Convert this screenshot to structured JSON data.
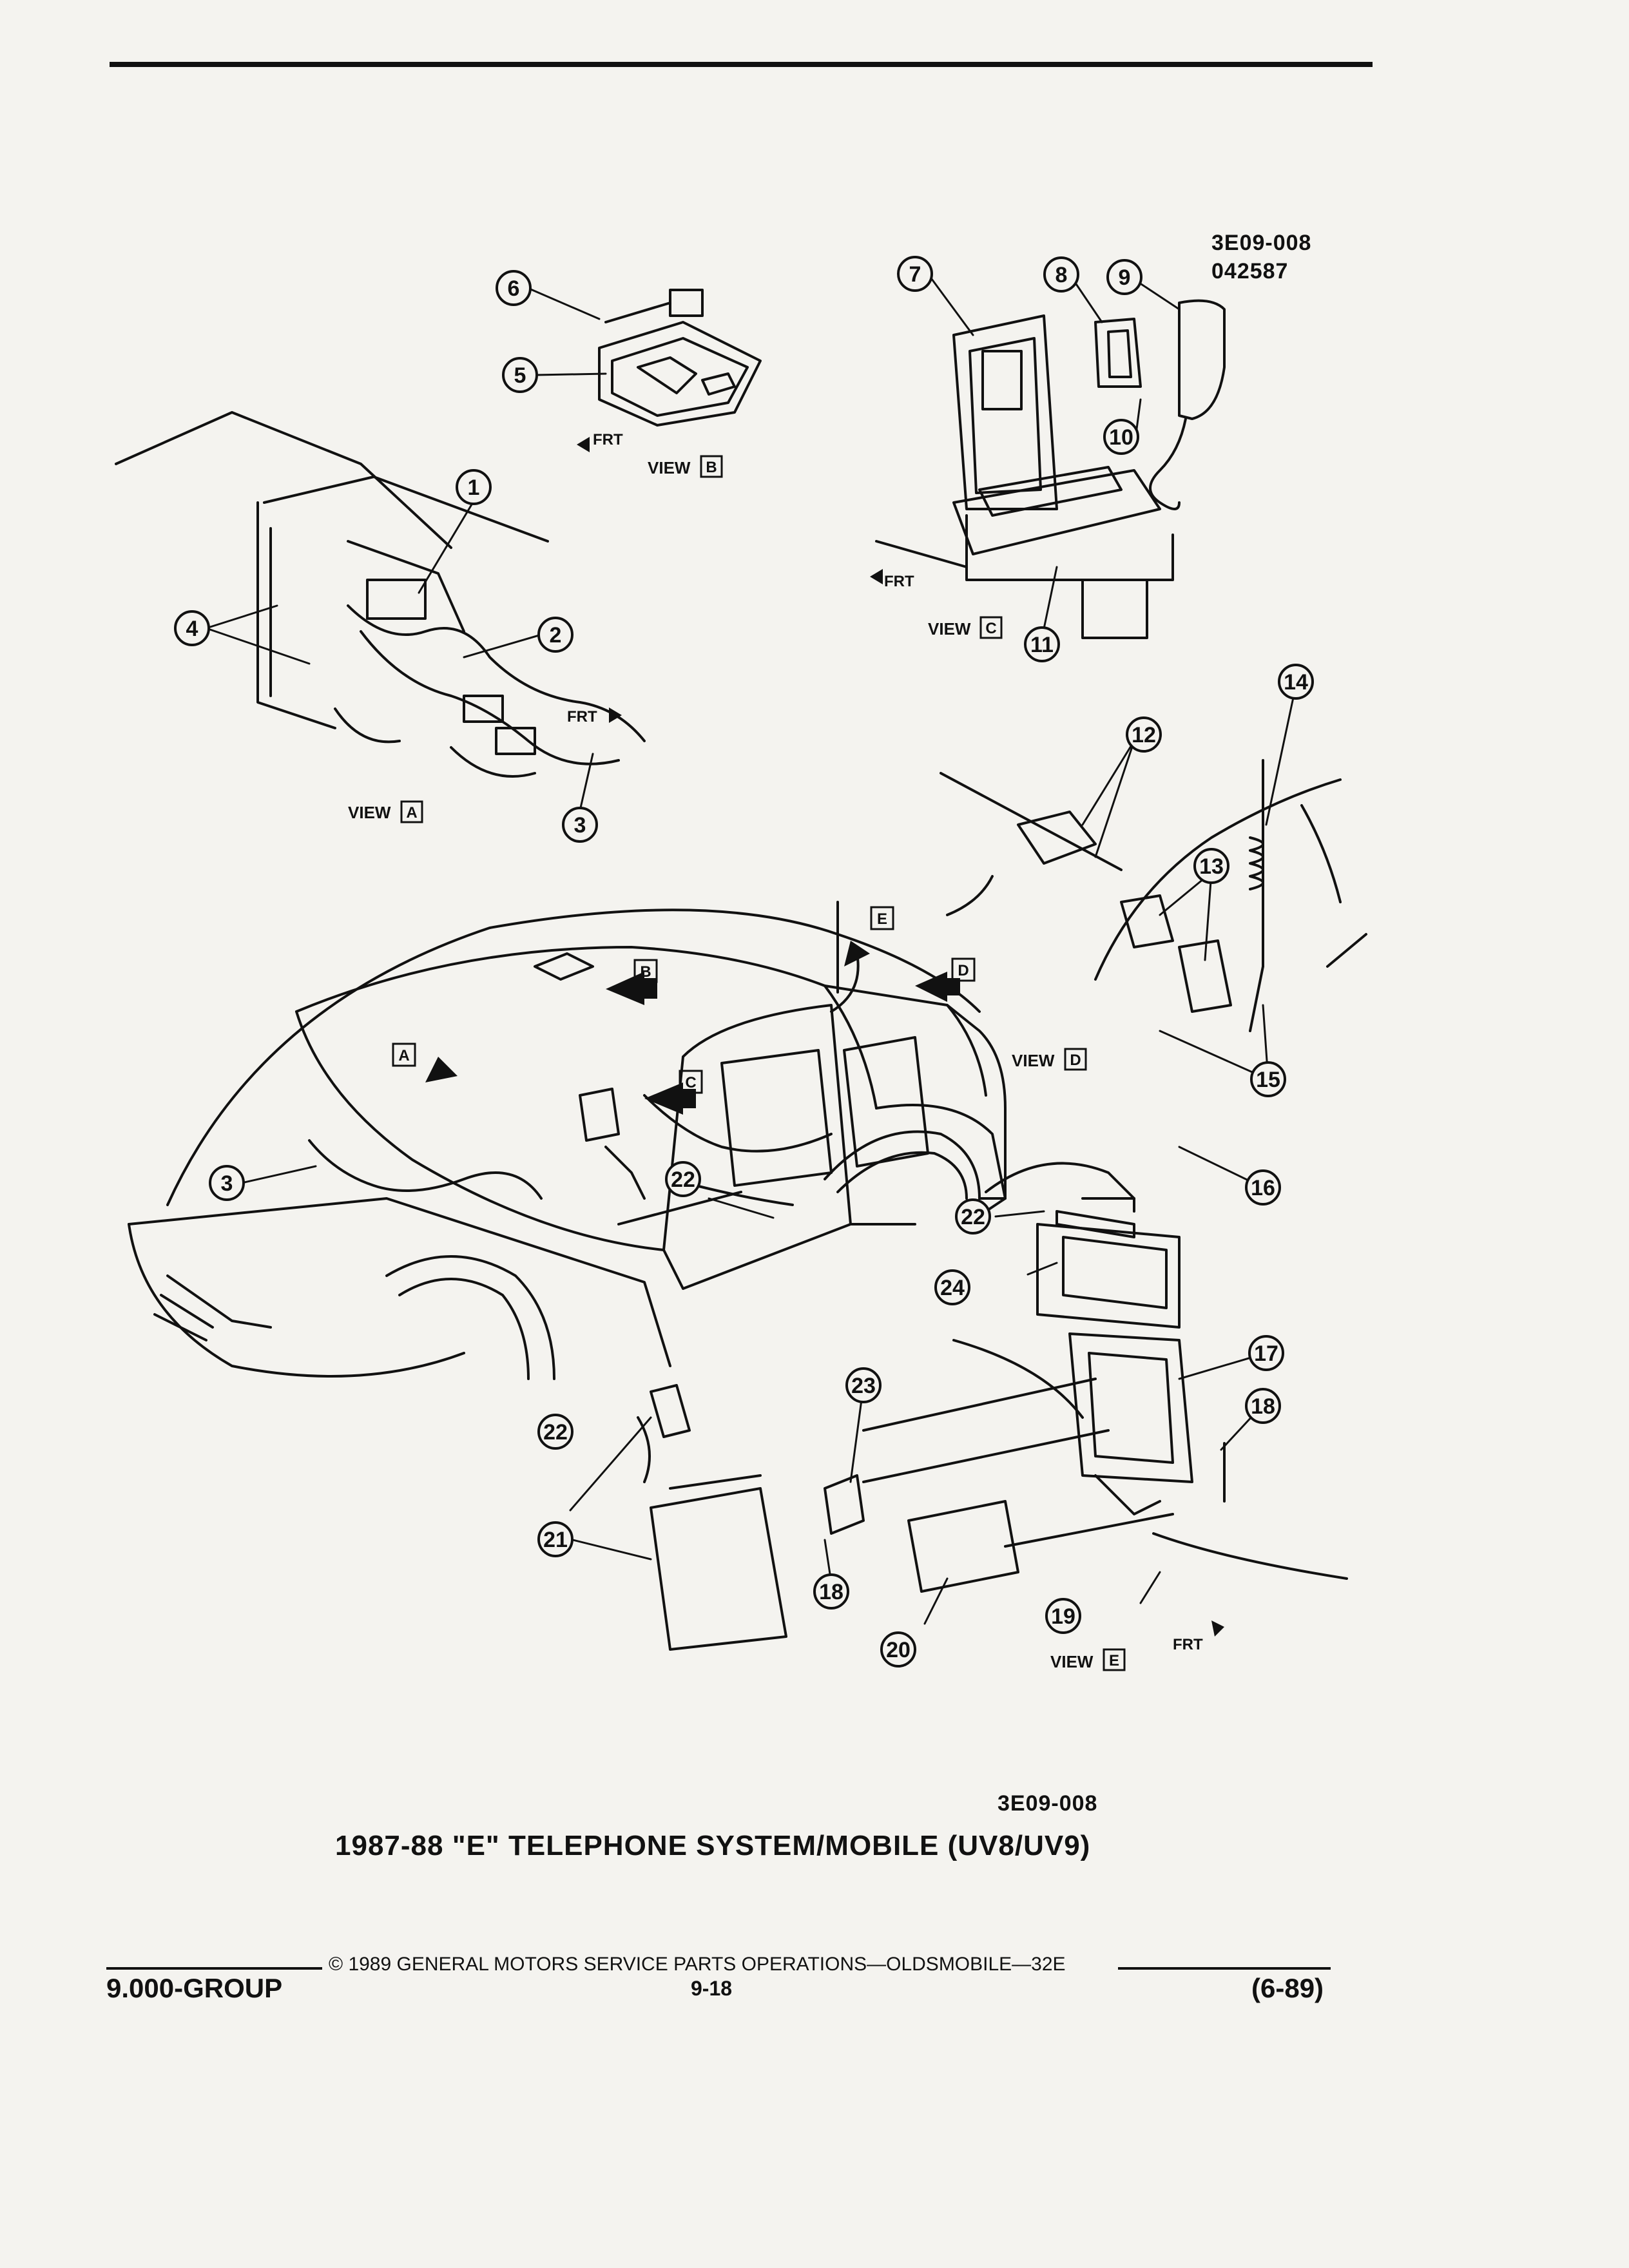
{
  "figure_code_top": [
    "3E09-008",
    "042587"
  ],
  "figure_code_bottom": "3E09-008",
  "caption": "1987-88 \"E\" TELEPHONE SYSTEM/MOBILE (UV8/UV9)",
  "footer": {
    "copyright": "© 1989 GENERAL MOTORS SERVICE PARTS OPERATIONS—OLDSMOBILE—32E",
    "page": "9-18",
    "group": "9.000-GROUP",
    "revision": "(6-89)"
  },
  "view_labels": {
    "view": "VIEW",
    "frt": "FRT",
    "a": "A",
    "b": "B",
    "c": "C",
    "d": "D",
    "e": "E"
  },
  "callouts": [
    "1",
    "2",
    "3",
    "4",
    "5",
    "6",
    "7",
    "8",
    "9",
    "10",
    "11",
    "12",
    "13",
    "14",
    "15",
    "16",
    "17",
    "18",
    "19",
    "20",
    "21",
    "22",
    "23",
    "24"
  ]
}
